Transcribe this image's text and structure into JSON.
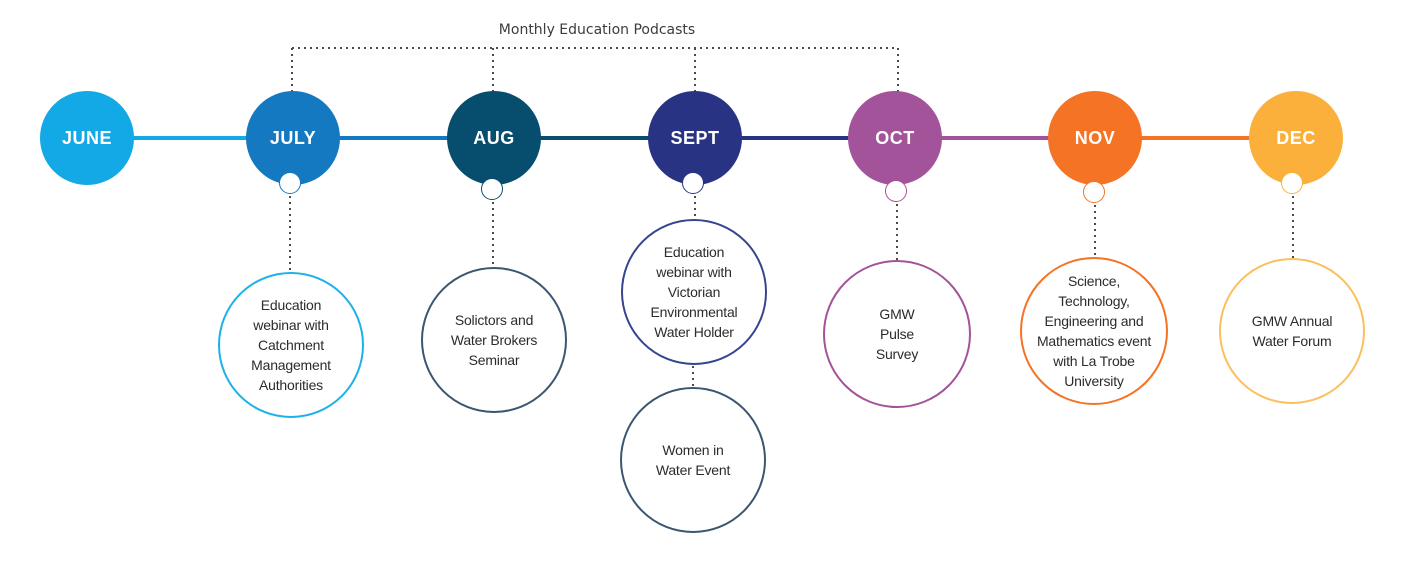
{
  "header": {
    "podcast_label": "Monthly Education Podcasts"
  },
  "colors": {
    "june": "#12a9e6",
    "july": "#1479c1",
    "aug": "#064d6e",
    "sept": "#283483",
    "oct": "#a35399",
    "nov": "#f47324",
    "dec": "#fbb03b",
    "july_event": "#1cb1e8",
    "aug_event": "#3b5670",
    "sept_event": "#36458e",
    "dotted": "#4a4a4a"
  },
  "months": [
    {
      "label": "JUNE"
    },
    {
      "label": "JULY"
    },
    {
      "label": "AUG"
    },
    {
      "label": "SEPT"
    },
    {
      "label": "OCT"
    },
    {
      "label": "NOV"
    },
    {
      "label": "DEC"
    }
  ],
  "events": {
    "july": [
      "Education",
      "webinar with",
      "Catchment",
      "Management",
      "Authorities"
    ],
    "aug": [
      "Solictors and",
      "Water Brokers",
      "Seminar"
    ],
    "sept_1": [
      "Education",
      "webinar with",
      "Victorian",
      "Environmental",
      "Water Holder"
    ],
    "sept_2": [
      "Women in",
      "Water Event"
    ],
    "oct": [
      "GMW",
      "Pulse",
      "Survey"
    ],
    "nov": [
      "Science,",
      "Technology,",
      "Engineering and",
      "Mathematics event",
      "with La Trobe",
      "University"
    ],
    "dec": [
      "GMW Annual",
      "Water Forum"
    ]
  }
}
